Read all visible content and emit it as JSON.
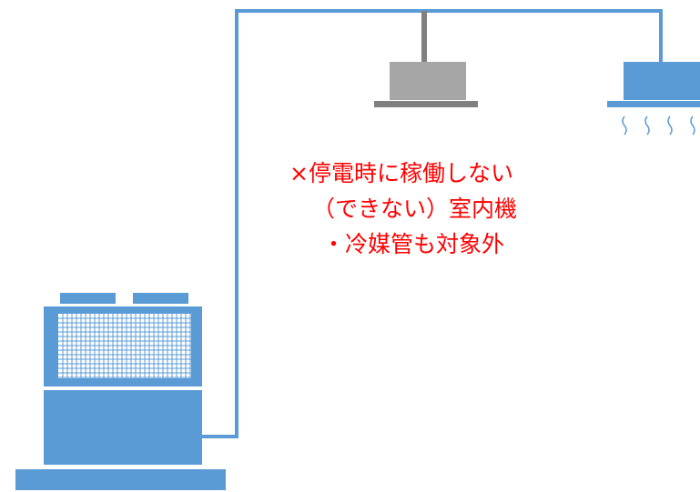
{
  "colors": {
    "pipe": "#5b9bd5",
    "unit_body": "#5b9bd5",
    "grille_bg": "#ffffff",
    "idle_unit": "#a6a6a6",
    "idle_unit_base": "#7f7f7f",
    "stem": "#808080",
    "airflow": "#5b9bd5",
    "annotation": "#ff0000"
  },
  "notes": {
    "line1": "×停電時に稼働しない",
    "line2": "（できない）室内機",
    "line3": "・冷媒管も対象外"
  },
  "units": [
    {
      "name": "outdoor-unit",
      "state": "running"
    },
    {
      "name": "indoor-unit-idle",
      "state": "not running during power outage"
    },
    {
      "name": "indoor-unit-active",
      "state": "running"
    }
  ]
}
